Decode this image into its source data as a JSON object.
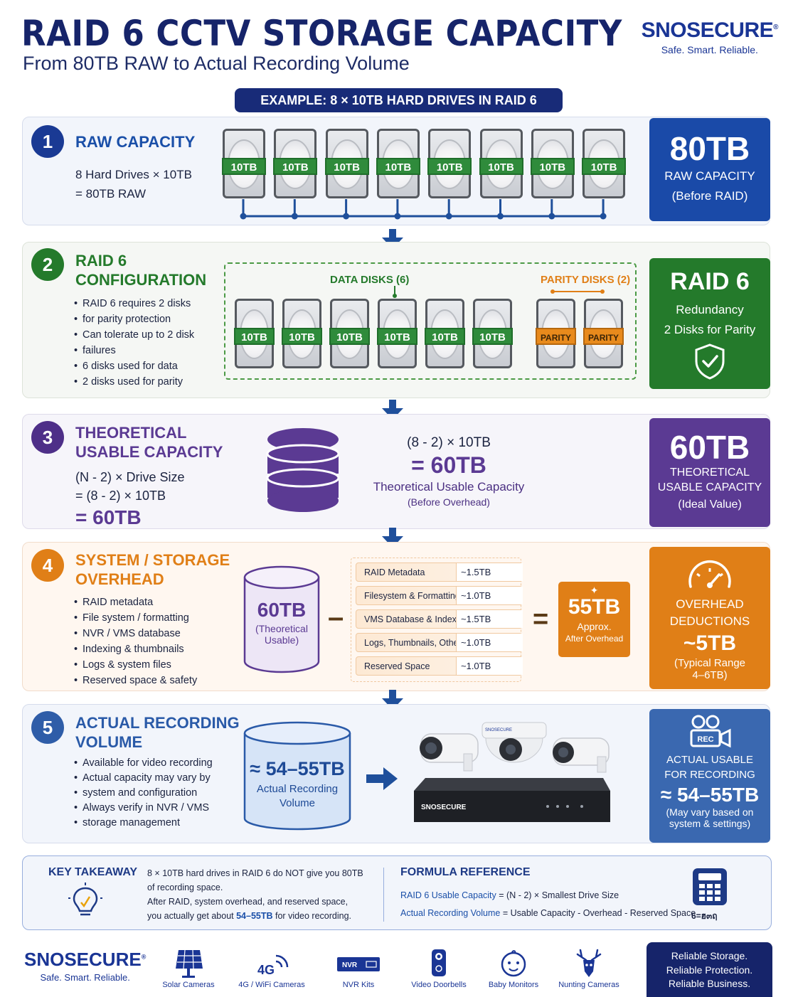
{
  "header": {
    "title": "RAID 6 CCTV STORAGE CAPACITY",
    "subtitle": "From 80TB RAW to Actual Recording Volume",
    "brand_name": "SNOSECURE",
    "brand_reg": "®",
    "brand_tagline": "Safe. Smart. Reliable.",
    "banner": "EXAMPLE: 8 × 10TB HARD DRIVES IN RAID 6"
  },
  "colors": {
    "navy": "#182b78",
    "blue": "#1a4fa8",
    "green": "#247a2b",
    "purple": "#5b3a93",
    "orange": "#e07f17",
    "steel": "#3a68b0"
  },
  "section1": {
    "number": "1",
    "heading": "RAW CAPACITY",
    "line1": "8 Hard Drives × 10TB",
    "line2": "= 80TB RAW",
    "drive_label": "10TB",
    "box_big": "80TB",
    "box_line1": "RAW CAPACITY",
    "box_line2": "(Before RAID)"
  },
  "section2": {
    "number": "2",
    "heading1": "RAID 6",
    "heading2": "CONFIGURATION",
    "bullets": [
      "RAID 6 requires 2 disks",
      "for parity protection",
      "Can tolerate up to 2 disk",
      "failures",
      "6 disks used for data",
      "2 disks used for parity"
    ],
    "data_label": "DATA DISKS (6)",
    "parity_label": "PARITY DISKS (2)",
    "drive_label": "10TB",
    "parity_drive_label": "PARITY",
    "box_big": "RAID 6",
    "box_line1": "Redundancy",
    "box_line2": "2 Disks for Parity",
    "box_icon": "shield-check-icon"
  },
  "section3": {
    "number": "3",
    "heading1": "THEORETICAL",
    "heading2": "USABLE CAPACITY",
    "formula1": "(N - 2) × Drive Size",
    "formula2": "= (8 - 2) × 10TB",
    "formula3": "= 60TB",
    "mid1": "(8 - 2) × 10TB",
    "mid2": "= 60TB",
    "mid3": "Theoretical Usable Capacity",
    "mid4": "(Before Overhead)",
    "box_big": "60TB",
    "box_line1": "THEORETICAL",
    "box_line2": "USABLE CAPACITY",
    "box_line3": "(Ideal Value)"
  },
  "section4": {
    "number": "4",
    "heading1": "SYSTEM / STORAGE",
    "heading2": "OVERHEAD",
    "bullets": [
      "RAID metadata",
      "File system / formatting",
      "NVR / VMS database",
      "Indexing & thumbnails",
      "Logs & system files",
      "Reserved space & safety"
    ],
    "cyl_big": "60TB",
    "cyl_sub1": "(Theoretical",
    "cyl_sub2": "Usable)",
    "minus": "–",
    "equals": "=",
    "rows": [
      {
        "k": "RAID Metadata",
        "v": "~1.5TB"
      },
      {
        "k": "Filesystem & Formatting",
        "v": "~1.0TB"
      },
      {
        "k": "VMS Database & Index",
        "v": "~1.5TB"
      },
      {
        "k": "Logs, Thumbnails, Others",
        "v": "~1.0TB"
      },
      {
        "k": "Reserved Space",
        "v": "~1.0TB"
      }
    ],
    "result_big": "55TB",
    "result_line1": "Approx.",
    "result_line2": "After Overhead",
    "box_line1": "OVERHEAD",
    "box_line2": "DEDUCTIONS",
    "box_big": "~5TB",
    "box_line3": "(Typical Range",
    "box_line4": "4–6TB)",
    "box_icon": "gauge-icon"
  },
  "section5": {
    "number": "5",
    "heading1": "ACTUAL RECORDING",
    "heading2": "VOLUME",
    "bullets": [
      "Available for video recording",
      "Actual capacity may vary by",
      "system and configuration",
      "Always verify in NVR / VMS",
      "storage management"
    ],
    "cyl_big": "≈ 54–55TB",
    "cyl_sub1": "Actual Recording",
    "cyl_sub2": "Volume",
    "nvr_brand": "SNOSECURE",
    "cam_brand": "SNOSECURE",
    "box_icon_text": "REC",
    "box_line1": "ACTUAL USABLE",
    "box_line2": "FOR RECORDING",
    "box_big": "≈ 54–55TB",
    "box_line3": "(May vary based on",
    "box_line4": "system & settings)"
  },
  "takeaway": {
    "title": "KEY TAKEAWAY",
    "text1": "8 × 10TB hard drives in RAID 6 do NOT give you 80TB",
    "text2": "of recording space.",
    "text3": "After RAID, system overhead, and reserved space,",
    "text4a": "you actually get about ",
    "text4b": "54–55TB",
    "text4c": " for video recording.",
    "formula_title": "FORMULA REFERENCE",
    "f1_label": "RAID 6 Usable Capacity",
    "f1_eq": "= (N - 2) × Smallest Drive Size",
    "f2_label": "Actual Recording Volume",
    "f2_eq": "= Usable Capacity - Overhead - Reserved Space",
    "calc_caption": "6=ฮ๓ฤ"
  },
  "footer": {
    "brand_name": "SNOSECURE",
    "brand_reg": "®",
    "brand_tagline": "Safe. Smart. Reliable.",
    "items": [
      {
        "label": "Solar Cameras",
        "icon": "solar-panel-icon"
      },
      {
        "label": "4G / WiFi Cameras",
        "icon": "4g-signal-icon",
        "glyph": "4G"
      },
      {
        "label": "NVR Kits",
        "icon": "nvr-icon",
        "glyph": "NVR"
      },
      {
        "label": "Video Doorbells",
        "icon": "doorbell-icon"
      },
      {
        "label": "Baby Monitors",
        "icon": "baby-face-icon"
      },
      {
        "label": "Nunting Cameras",
        "icon": "deer-head-icon"
      }
    ],
    "slogan1": "Reliable Storage.",
    "slogan2": "Reliable Protection.",
    "slogan3": "Reliable Business."
  }
}
